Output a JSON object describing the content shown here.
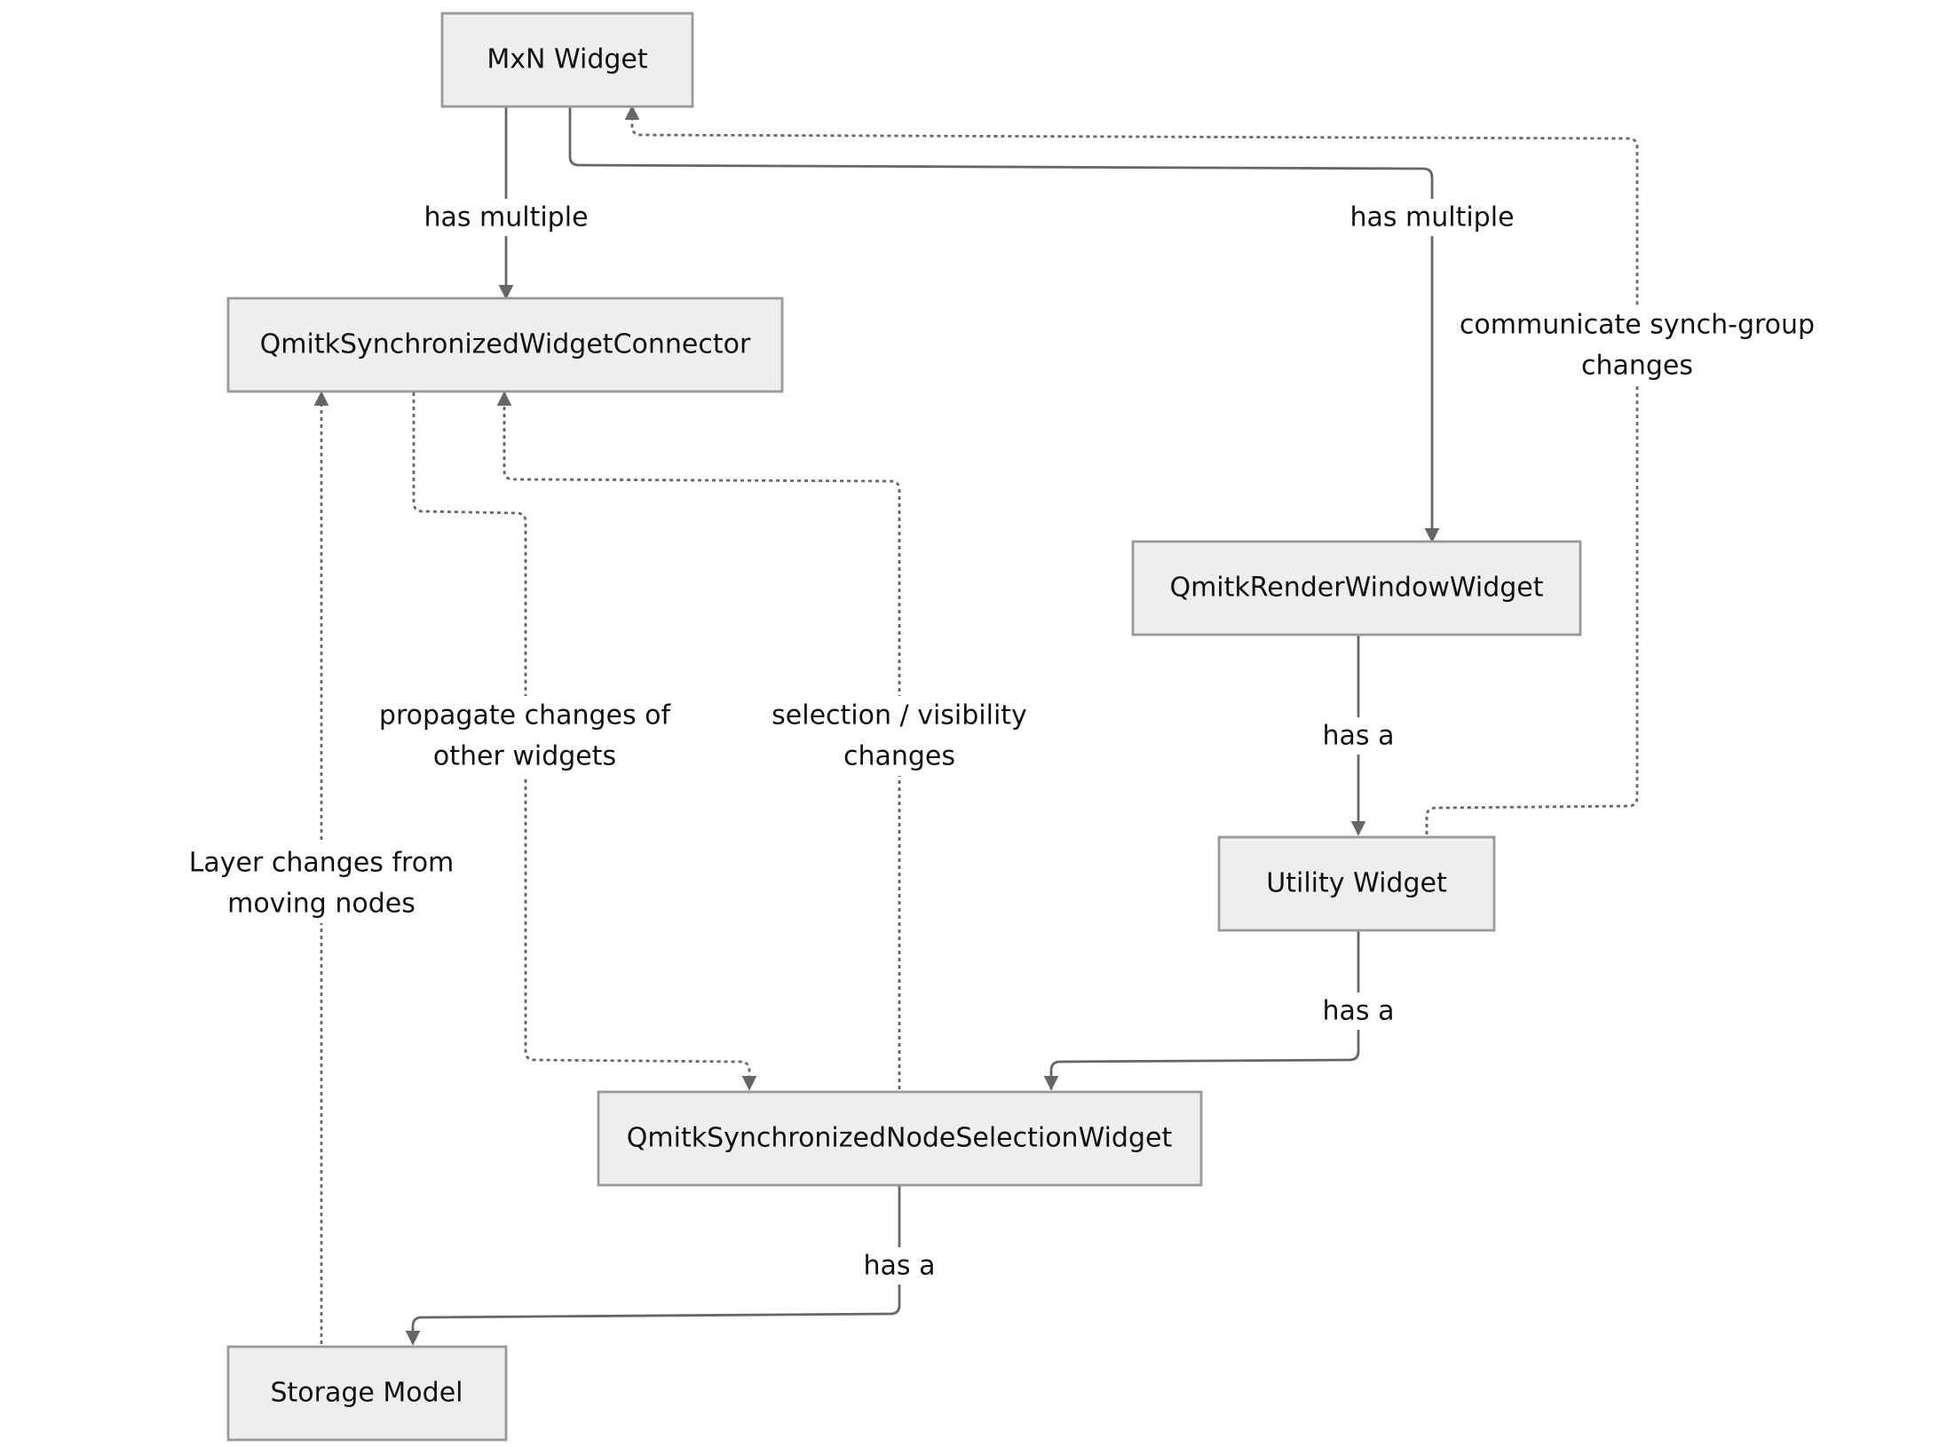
{
  "diagram": {
    "nodes": {
      "mxn_widget": "MxN Widget",
      "connector": "QmitkSynchronizedWidgetConnector",
      "render_window_widget": "QmitkRenderWindowWidget",
      "utility_widget": "Utility Widget",
      "node_selection_widget": "QmitkSynchronizedNodeSelectionWidget",
      "storage_model": "Storage Model"
    },
    "edges": {
      "mxn_to_connector": [
        "has multiple"
      ],
      "mxn_to_render": [
        "has multiple"
      ],
      "utility_to_mxn": [
        "communicate synch-group",
        "changes"
      ],
      "render_to_utility": [
        "has a"
      ],
      "utility_to_selection": [
        "has a"
      ],
      "selection_to_storage": [
        "has a"
      ],
      "connector_to_selection": [
        "propagate changes of",
        "other widgets"
      ],
      "selection_to_connector": [
        "selection / visibility",
        "changes"
      ],
      "storage_to_connector": [
        "Layer changes from",
        "moving nodes"
      ]
    },
    "colors": {
      "node_fill": "#eeeeee",
      "node_stroke": "#999999",
      "edge_stroke": "#666666",
      "text": "#111111"
    }
  }
}
